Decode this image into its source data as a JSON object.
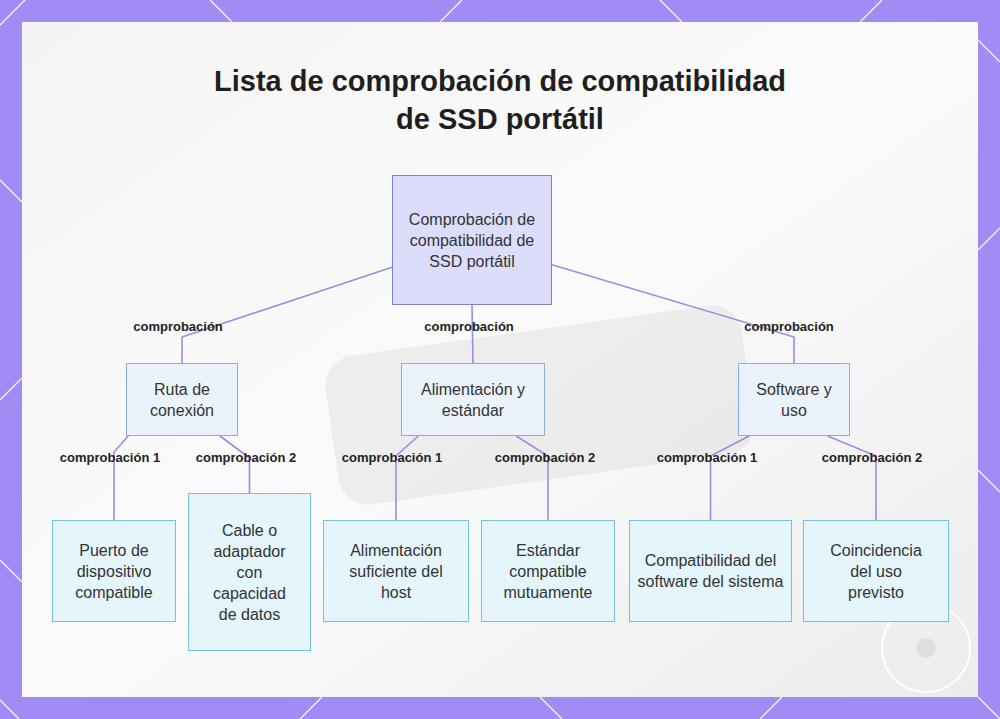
{
  "diagram": {
    "title": "Lista de comprobación de compatibilidad de SSD portátil",
    "nodes": [
      {
        "text": [
          "Comprobación de compatibilidad de SSD portátil"
        ]
      },
      {
        "text": [
          "Ruta de conexión"
        ]
      },
      {
        "text": [
          "Alimentación y estándar"
        ]
      },
      {
        "text": [
          "Software y uso"
        ]
      },
      {
        "text": [
          "Puerto de dispositivo compatible"
        ]
      },
      {
        "text": [
          "Cable o adaptador con capacidad de datos"
        ]
      },
      {
        "text": [
          "Alimentación suficiente del host"
        ]
      },
      {
        "text": [
          "Estándar compatible mutuamente"
        ]
      },
      {
        "text": [
          "Compatibilidad del software del sistema"
        ]
      },
      {
        "text": [
          "Coincidencia del uso previsto"
        ]
      }
    ],
    "edges": [
      {
        "from": 0,
        "to": 1,
        "label": "comprobación",
        "arrow": "none"
      },
      {
        "from": 0,
        "to": 2,
        "label": "comprobación",
        "arrow": "none"
      },
      {
        "from": 0,
        "to": 3,
        "label": "comprobación",
        "arrow": "none"
      },
      {
        "from": 1,
        "to": 4,
        "label": "comprobación 1",
        "arrow": "none"
      },
      {
        "from": 1,
        "to": 5,
        "label": "comprobación 2",
        "arrow": "none"
      },
      {
        "from": 2,
        "to": 6,
        "label": "comprobación 1",
        "arrow": "none"
      },
      {
        "from": 2,
        "to": 7,
        "label": "comprobación 2",
        "arrow": "none"
      },
      {
        "from": 3,
        "to": 8,
        "label": "comprobación 1",
        "arrow": "none"
      },
      {
        "from": 3,
        "to": 9,
        "label": "comprobación 2",
        "arrow": "none"
      }
    ]
  }
}
